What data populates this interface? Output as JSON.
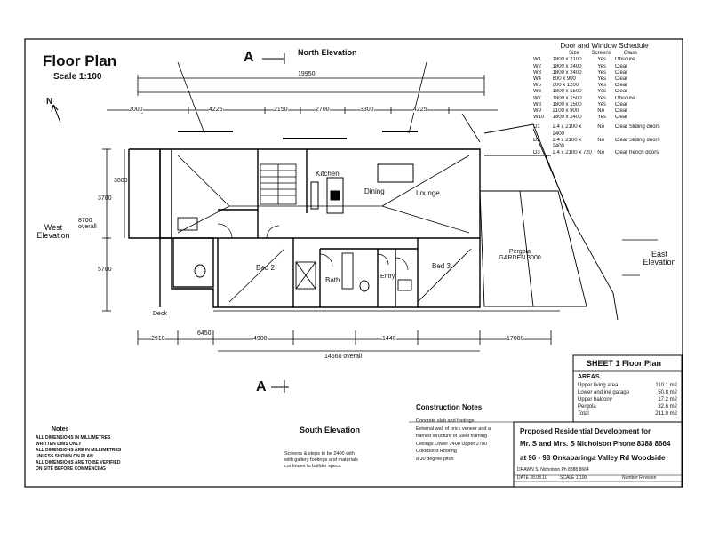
{
  "title": "Floor Plan",
  "scale": "Scale 1:100",
  "north_arrow": "N",
  "section_marker": "A",
  "elevations": {
    "north": "North Elevation",
    "south": "South Elevation",
    "east": "East Elevation",
    "west": "West Elevation"
  },
  "dims_top": [
    "2000",
    "4225",
    "2150",
    "2700",
    "3300",
    "4225"
  ],
  "overall_width": "19950",
  "dims_bottom": [
    "2910",
    "6450",
    "4900",
    "1440",
    "17000"
  ],
  "bottom_total": "14660 overall",
  "left_dims": [
    "3000",
    "3700",
    "8700 overall",
    "5700"
  ],
  "rooms": {
    "kitchen": "Kitchen",
    "dining": "Dining",
    "lounge": "Lounge",
    "bed2": "Bed 2",
    "bed3": "Bed 3",
    "bath": "Bath",
    "entry": "Entry",
    "pergola": "Pergola GARDEN 3000",
    "deck": "Deck"
  },
  "window_schedule": {
    "title": "Door and Window Schedule",
    "headers": [
      "Size",
      "Screens",
      "Glass"
    ],
    "rows": [
      {
        "id": "W1",
        "size": "1800 x 2100",
        "screen": "Yes",
        "glass": "Obscure"
      },
      {
        "id": "W2",
        "size": "1800 x 2400",
        "screen": "Yes",
        "glass": "Clear"
      },
      {
        "id": "W3",
        "size": "1800 x 2400",
        "screen": "Yes",
        "glass": "Clear"
      },
      {
        "id": "W4",
        "size": "600 x 900",
        "screen": "Yes",
        "glass": "Clear"
      },
      {
        "id": "W5",
        "size": "600 x 1200",
        "screen": "Yes",
        "glass": "Clear"
      },
      {
        "id": "W6",
        "size": "1800 x 1500",
        "screen": "Yes",
        "glass": "Clear"
      },
      {
        "id": "W7",
        "size": "1800 x 1500",
        "screen": "Yes",
        "glass": "Obscure"
      },
      {
        "id": "W8",
        "size": "1800 x 1500",
        "screen": "Yes",
        "glass": "Clear"
      },
      {
        "id": "W9",
        "size": "2100 x 900",
        "screen": "No",
        "glass": "Clear"
      },
      {
        "id": "W10",
        "size": "1800 x 2400",
        "screen": "Yes",
        "glass": "Clear"
      }
    ],
    "doors": [
      {
        "id": "D1",
        "size": "2.4 x 2100 x 2400",
        "screen": "No",
        "glass": "Clear Sliding doors"
      },
      {
        "id": "D2",
        "size": "2.4 x 2100 x 2400",
        "screen": "No",
        "glass": "Clear Sliding doors"
      },
      {
        "id": "D3",
        "size": "2.4 x 2100 x 720",
        "screen": "No",
        "glass": "Clear french doors"
      }
    ]
  },
  "sheet": {
    "title": "SHEET 1   Floor Plan",
    "areas_label": "AREAS",
    "areas": [
      {
        "name": "Upper living area",
        "value": "110.1 m2"
      },
      {
        "name": "Lower and ine garage",
        "value": "50.8 m2"
      },
      {
        "name": "Upper balcony",
        "value": "17.2 m2"
      },
      {
        "name": "Pergola",
        "value": "32.6 m2"
      },
      {
        "name": "Total",
        "value": "211.0 m2"
      }
    ]
  },
  "project": {
    "line1": "Proposed Residential Development for",
    "line2": "Mr. S and Mrs. S Nicholson Phone 8388 8664",
    "line3": "at 96 - 98  Onkaparinga Valley Rd Woodside",
    "drawn": "DRAWN  S. Nicholson  Ph 8388 8664",
    "date": "DATE  28.08.10",
    "scale": "SCALE  1:100",
    "sheet_no": "Number  Revision"
  },
  "construction_notes": {
    "title": "Construction Notes",
    "lines": [
      "Concrete slab and footings",
      "External wall of brick veneer and a",
      "framed structure of Steel framing",
      "Ceilings Lower 2400 Upper 2700",
      "Colorbond Roofing",
      "a 30 degree pitch"
    ]
  },
  "notes": {
    "title": "Notes",
    "lines": [
      "ALL DIMENSIONS IN MILLIMETRES",
      "WRITTEN DIMS ONLY",
      "ALL DIMENSIONS ARE IN MILLIMETRES",
      "UNLESS SHOWN ON PLAN",
      "ALL DIMENSIONS ARE TO BE VERIFIED",
      "ON SITE BEFORE COMMENCING"
    ]
  },
  "south_note": [
    "Screens & steps to be 2400 with",
    "with gallery footings and materials",
    "continues to builder specs"
  ]
}
